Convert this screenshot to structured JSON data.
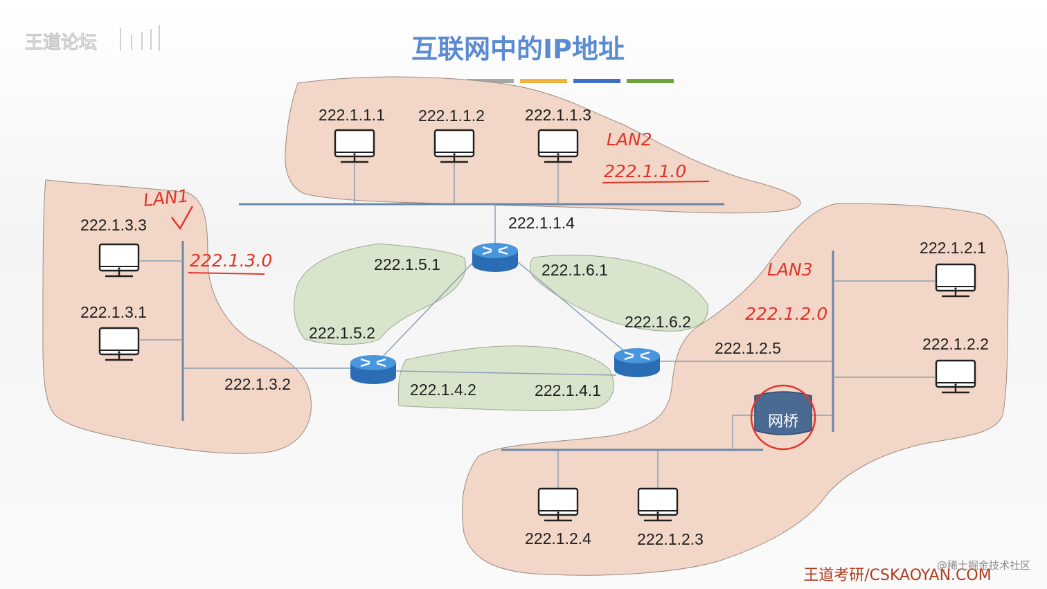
{
  "logo": "王道论坛",
  "title": "互联网中的IP地址",
  "colors": {
    "title": "#5a8ad0",
    "lan_region": "#f2d6c7",
    "link_region": "#d8e4cc",
    "router": "#3b82c8",
    "bus": "#6a86a8",
    "annotation": "#e0342a",
    "title_bars": [
      "#5b8fd0",
      "#e0773a",
      "#a6a6a6",
      "#f0b43a",
      "#3f6fbf",
      "#6fa53c"
    ]
  },
  "hosts": {
    "lan2": [
      "222.1.1.1",
      "222.1.1.2",
      "222.1.1.3"
    ],
    "lan1": [
      "222.1.3.3",
      "222.1.3.1"
    ],
    "lan3_right": [
      "222.1.2.1",
      "222.1.2.2"
    ],
    "lan3_bottom": [
      "222.1.2.4",
      "222.1.2.3"
    ]
  },
  "router_interfaces": {
    "r1_lan2": "222.1.1.4",
    "r1_link5": "222.1.5.1",
    "r1_link6": "222.1.6.1",
    "r2_link5": "222.1.5.2",
    "r2_lan1": "222.1.3.2",
    "r2_link4": "222.1.4.2",
    "r3_link4": "222.1.4.1",
    "r3_link6": "222.1.6.2",
    "r3_lan3": "222.1.2.5"
  },
  "annotations": {
    "lan2_name": "LAN2",
    "lan2_net": "222.1.1.0",
    "lan1_name": "LAN1",
    "lan1_net": "222.1.3.0",
    "lan3_name": "LAN3",
    "lan3_net": "222.1.2.0"
  },
  "bridge_label": "网桥",
  "footer": "王道考研/CSKAOYAN.COM",
  "credit": "@稀土掘金技术社区"
}
